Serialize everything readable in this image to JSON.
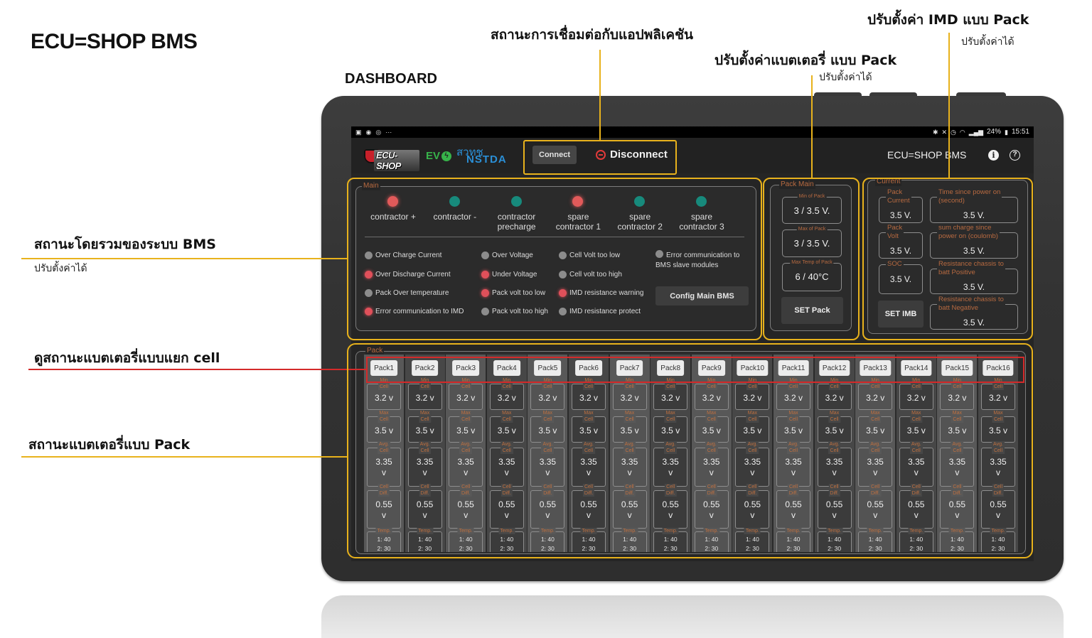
{
  "annotations": {
    "brand_title": "ECU=SHOP BMS",
    "dashboard_label": "DASHBOARD",
    "connection_callout": "สถานะการเชื่อมต่อกับแอปพลิเคชัน",
    "pack_settings_callout": "ปรับตั้งค่าแบตเตอรี่ แบบ Pack",
    "pack_settings_note": "ปรับตั้งค่าได้",
    "imd_settings_callout": "ปรับตั้งค่า IMD แบบ Pack",
    "imd_settings_note": "ปรับตั้งค่าได้",
    "bms_overall_callout": "สถานะโดยรวมของระบบ BMS",
    "bms_overall_note": "ปรับตั้งค่าได้",
    "cell_view_callout": "ดูสถานะแบตเตอรี่แบบแยก cell",
    "pack_status_callout": "สถานะแบตเตอรี่แบบ Pack"
  },
  "status_bar": {
    "left_icons": [
      {
        "name": "gallery-icon",
        "glyph": "▣"
      },
      {
        "name": "app-icon",
        "glyph": "◉"
      },
      {
        "name": "sync-icon",
        "glyph": "◎"
      },
      {
        "name": "more-notifications-icon",
        "glyph": "···"
      }
    ],
    "right_icons": [
      {
        "name": "bluetooth-icon",
        "glyph": "✱"
      },
      {
        "name": "mute-icon",
        "glyph": "✕"
      },
      {
        "name": "alarm-icon",
        "glyph": "◷"
      },
      {
        "name": "wifi-icon",
        "glyph": "◠"
      },
      {
        "name": "signal-icon",
        "glyph": "▂▄▆"
      }
    ],
    "battery": "24%",
    "battery_glyph": "▮",
    "time": "15:51"
  },
  "app_bar": {
    "logo_text": "ECU-SHOP",
    "ev_text": "EV",
    "ev_glyph": "ϟ",
    "nstda_thai": "สวทช",
    "nstda_text": "NSTDA",
    "connect_button": "Connect",
    "connection_state": "Disconnect",
    "title": "ECU=SHOP BMS",
    "info_glyph": "i",
    "help_glyph": "?"
  },
  "main": {
    "legend": "Main",
    "contactors": [
      {
        "line1": "contractor +",
        "line2": "",
        "active": true
      },
      {
        "line1": "contractor -",
        "line2": "",
        "active": false
      },
      {
        "line1": "contractor",
        "line2": "precharge",
        "active": false
      },
      {
        "line1": "spare",
        "line2": "contractor 1",
        "active": true
      },
      {
        "line1": "spare",
        "line2": "contractor 2",
        "active": false
      },
      {
        "line1": "spare",
        "line2": "contractor 3",
        "active": false
      }
    ],
    "alarm_columns": [
      [
        {
          "label": "Over Charge Current",
          "active": false
        },
        {
          "label": "Over Discharge Current",
          "active": true
        },
        {
          "label": "Pack Over temperature",
          "active": false
        },
        {
          "label": "Error communication to IMD",
          "active": true
        }
      ],
      [
        {
          "label": "Over Voltage",
          "active": false
        },
        {
          "label": "Under Voltage",
          "active": true
        },
        {
          "label": "Pack volt too low",
          "active": true
        },
        {
          "label": "Pack volt too high",
          "active": false
        }
      ],
      [
        {
          "label": "Cell Volt too low",
          "active": false
        },
        {
          "label": "Cell volt too high",
          "active": false
        },
        {
          "label": "IMD resistance warning",
          "active": true
        },
        {
          "label": "IMD resistance protect",
          "active": false
        }
      ],
      [
        {
          "label": "Error communication to BMS slave modules",
          "active": false
        }
      ]
    ],
    "config_button": "Config Main BMS"
  },
  "pack_main": {
    "legend": "Pack Main",
    "min_of_pack": {
      "label": "Min of Pack",
      "value": "3 / 3.5 V."
    },
    "max_of_pack": {
      "label": "Max of Pack",
      "value": "3 / 3.5 V."
    },
    "max_temp_of_pack": {
      "label": "Max Temp of Pack",
      "value": "6 / 40°C"
    },
    "set_button": "SET Pack"
  },
  "current": {
    "legend": "Current",
    "pack_current": {
      "label": [
        "Pack",
        "Current"
      ],
      "value": "3.5 V."
    },
    "pack_volt": {
      "label": [
        "Pack",
        "Volt"
      ],
      "value": "3.5 V."
    },
    "soc": {
      "label": [
        "SOC"
      ],
      "value": "3.5 V."
    },
    "time_since_power_on": {
      "label": [
        "Time since power on",
        "(second)"
      ],
      "value": "3.5 V."
    },
    "sum_charge": {
      "label": [
        "sum charge since",
        "power on (coulomb)"
      ],
      "value": "3.5 V."
    },
    "resistance_positive": {
      "label": [
        "Resistance chassis to",
        "batt Positive"
      ],
      "value": "3.5 V."
    },
    "resistance_negative": {
      "label": [
        "Resistance chassis to",
        "batt Negative"
      ],
      "value": "3.5 V."
    },
    "set_button": "SET IMB"
  },
  "pack": {
    "legend": "Pack",
    "labels": {
      "min_cell": [
        "Min",
        "Cell"
      ],
      "max_cell": [
        "Max",
        "Cell"
      ],
      "avg_cell": [
        "Avg.",
        "Cell"
      ],
      "cell_diff": [
        "Cell",
        "Diff."
      ],
      "temp": [
        "Temp."
      ]
    },
    "packs": [
      {
        "name": "Pack1",
        "min_cell": "3.2 v",
        "max_cell": "3.5 v",
        "avg_cell": "3.35",
        "avg_unit": "v",
        "cell_diff": "0.55",
        "diff_unit": "v",
        "temp1": "1: 40",
        "temp2": "2: 30"
      },
      {
        "name": "Pack2",
        "min_cell": "3.2 v",
        "max_cell": "3.5 v",
        "avg_cell": "3.35",
        "avg_unit": "v",
        "cell_diff": "0.55",
        "diff_unit": "v",
        "temp1": "1: 40",
        "temp2": "2: 30"
      },
      {
        "name": "Pack3",
        "min_cell": "3.2 v",
        "max_cell": "3.5 v",
        "avg_cell": "3.35",
        "avg_unit": "v",
        "cell_diff": "0.55",
        "diff_unit": "v",
        "temp1": "1: 40",
        "temp2": "2: 30"
      },
      {
        "name": "Pack4",
        "min_cell": "3.2 v",
        "max_cell": "3.5 v",
        "avg_cell": "3.35",
        "avg_unit": "v",
        "cell_diff": "0.55",
        "diff_unit": "v",
        "temp1": "1: 40",
        "temp2": "2: 30"
      },
      {
        "name": "Pack5",
        "min_cell": "3.2 v",
        "max_cell": "3.5 v",
        "avg_cell": "3.35",
        "avg_unit": "v",
        "cell_diff": "0.55",
        "diff_unit": "v",
        "temp1": "1: 40",
        "temp2": "2: 30"
      },
      {
        "name": "Pack6",
        "min_cell": "3.2 v",
        "max_cell": "3.5 v",
        "avg_cell": "3.35",
        "avg_unit": "v",
        "cell_diff": "0.55",
        "diff_unit": "v",
        "temp1": "1: 40",
        "temp2": "2: 30"
      },
      {
        "name": "Pack7",
        "min_cell": "3.2 v",
        "max_cell": "3.5 v",
        "avg_cell": "3.35",
        "avg_unit": "v",
        "cell_diff": "0.55",
        "diff_unit": "v",
        "temp1": "1: 40",
        "temp2": "2: 30"
      },
      {
        "name": "Pack8",
        "min_cell": "3.2 v",
        "max_cell": "3.5 v",
        "avg_cell": "3.35",
        "avg_unit": "v",
        "cell_diff": "0.55",
        "diff_unit": "v",
        "temp1": "1: 40",
        "temp2": "2: 30"
      },
      {
        "name": "Pack9",
        "min_cell": "3.2 v",
        "max_cell": "3.5 v",
        "avg_cell": "3.35",
        "avg_unit": "v",
        "cell_diff": "0.55",
        "diff_unit": "v",
        "temp1": "1: 40",
        "temp2": "2: 30"
      },
      {
        "name": "Pack10",
        "min_cell": "3.2 v",
        "max_cell": "3.5 v",
        "avg_cell": "3.35",
        "avg_unit": "v",
        "cell_diff": "0.55",
        "diff_unit": "v",
        "temp1": "1: 40",
        "temp2": "2: 30"
      },
      {
        "name": "Pack11",
        "min_cell": "3.2 v",
        "max_cell": "3.5 v",
        "avg_cell": "3.35",
        "avg_unit": "v",
        "cell_diff": "0.55",
        "diff_unit": "v",
        "temp1": "1: 40",
        "temp2": "2: 30"
      },
      {
        "name": "Pack12",
        "min_cell": "3.2 v",
        "max_cell": "3.5 v",
        "avg_cell": "3.35",
        "avg_unit": "v",
        "cell_diff": "0.55",
        "diff_unit": "v",
        "temp1": "1: 40",
        "temp2": "2: 30"
      },
      {
        "name": "Pack13",
        "min_cell": "3.2 v",
        "max_cell": "3.5 v",
        "avg_cell": "3.35",
        "avg_unit": "v",
        "cell_diff": "0.55",
        "diff_unit": "v",
        "temp1": "1: 40",
        "temp2": "2: 30"
      },
      {
        "name": "Pack14",
        "min_cell": "3.2 v",
        "max_cell": "3.5 v",
        "avg_cell": "3.35",
        "avg_unit": "v",
        "cell_diff": "0.55",
        "diff_unit": "v",
        "temp1": "1: 40",
        "temp2": "2: 30"
      },
      {
        "name": "Pack15",
        "min_cell": "3.2 v",
        "max_cell": "3.5 v",
        "avg_cell": "3.35",
        "avg_unit": "v",
        "cell_diff": "0.55",
        "diff_unit": "v",
        "temp1": "1: 40",
        "temp2": "2: 30"
      },
      {
        "name": "Pack16",
        "min_cell": "3.2 v",
        "max_cell": "3.5 v",
        "avg_cell": "3.35",
        "avg_unit": "v",
        "cell_diff": "0.55",
        "diff_unit": "v",
        "temp1": "1: 40",
        "temp2": "2: 30"
      }
    ]
  },
  "colors": {
    "contactor_active": "#e25a5a",
    "contactor_ok": "#178a7c",
    "alarm_active": "#e0505a",
    "alarm_inactive": "#8c8c8c",
    "callout_yellow": "#e8b21c",
    "callout_red": "#d42a2a"
  }
}
